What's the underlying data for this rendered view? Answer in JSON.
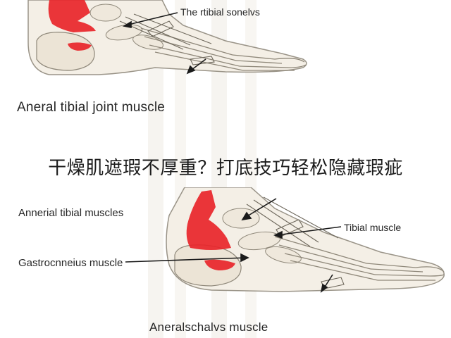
{
  "figures": {
    "top": {
      "callout_label": "The rtibial sonelvs",
      "caption": "Aneral tibial joint muscle"
    },
    "bottom": {
      "label_anterior": "Annerial tibial muscles",
      "label_tibial": "Tibial muscle",
      "label_gastrocnemius": "Gastrocnneius muscle",
      "caption": "Aneralschalvs muscle"
    }
  },
  "overlay": {
    "title": "干燥肌遮瑕不厚重？打底技巧轻松隐藏瑕疵"
  },
  "colors": {
    "muscle_red": "#e8252a",
    "bone_fill": "#f4efe6",
    "bone_outline": "#9a9488",
    "text": "#262626"
  }
}
